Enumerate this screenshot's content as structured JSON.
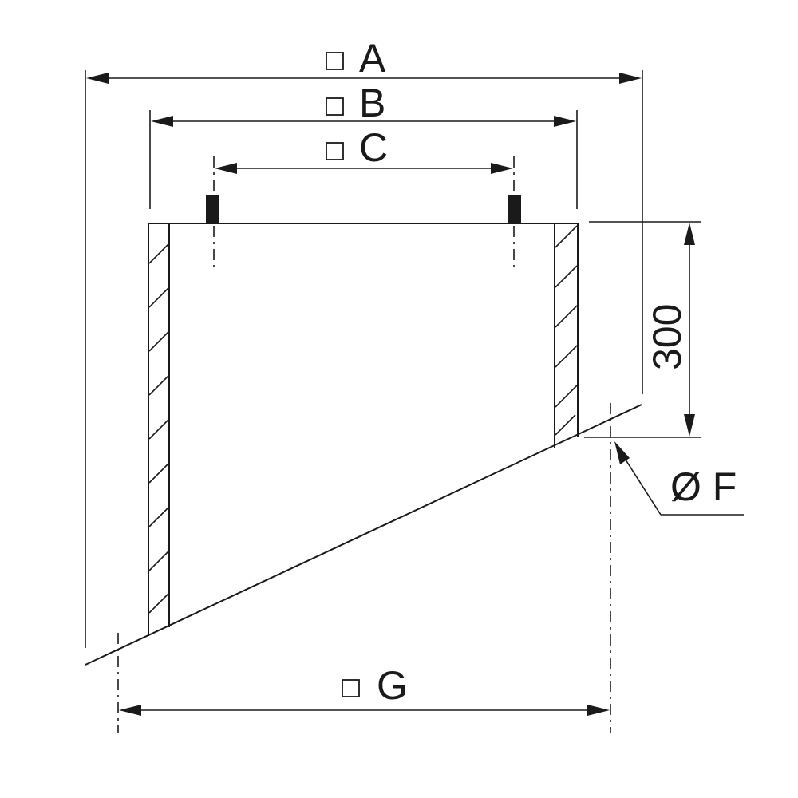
{
  "labels": {
    "a": "A",
    "b": "B",
    "c": "C",
    "f": "Ø F",
    "g": "G",
    "height": "300"
  },
  "colors": {
    "line": "#1a1a1a",
    "background": "#ffffff"
  }
}
